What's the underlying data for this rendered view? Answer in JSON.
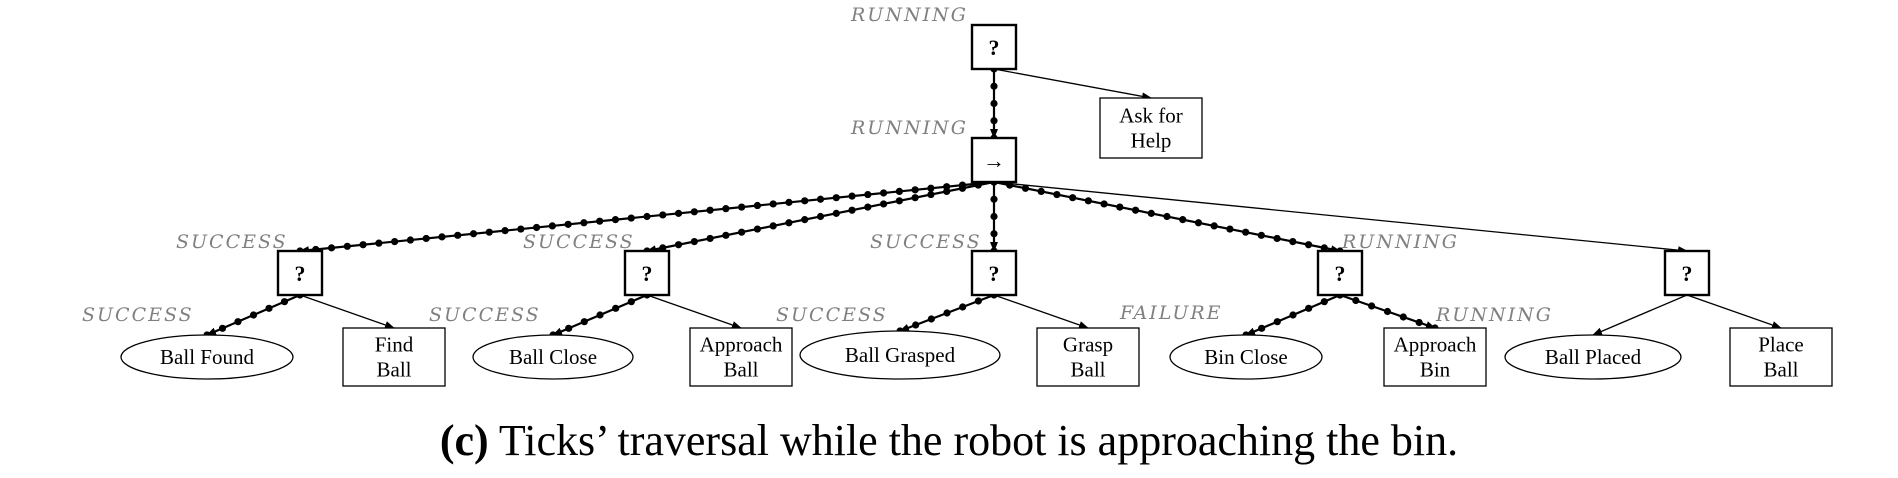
{
  "tree": {
    "nodes": [
      {
        "id": "root",
        "type": "fallback",
        "symbol": "?",
        "status": "RUNNING"
      },
      {
        "id": "help",
        "type": "action",
        "lines": [
          "Ask for",
          "Help"
        ]
      },
      {
        "id": "seq",
        "type": "sequence",
        "symbol": "→",
        "status": "RUNNING"
      },
      {
        "id": "fb1",
        "type": "fallback",
        "symbol": "?",
        "status": "SUCCESS"
      },
      {
        "id": "fb2",
        "type": "fallback",
        "symbol": "?",
        "status": "SUCCESS"
      },
      {
        "id": "fb3",
        "type": "fallback",
        "symbol": "?",
        "status": "SUCCESS"
      },
      {
        "id": "fb4",
        "type": "fallback",
        "symbol": "?",
        "status": "RUNNING"
      },
      {
        "id": "fb5",
        "type": "fallback",
        "symbol": "?",
        "status": ""
      },
      {
        "id": "c1",
        "type": "condition",
        "lines": [
          "Ball Found"
        ],
        "status": "SUCCESS"
      },
      {
        "id": "a1",
        "type": "action",
        "lines": [
          "Find",
          "Ball"
        ]
      },
      {
        "id": "c2",
        "type": "condition",
        "lines": [
          "Ball Close"
        ],
        "status": "SUCCESS"
      },
      {
        "id": "a2",
        "type": "action",
        "lines": [
          "Approach",
          "Ball"
        ]
      },
      {
        "id": "c3",
        "type": "condition",
        "lines": [
          "Ball Grasped"
        ],
        "status": "SUCCESS"
      },
      {
        "id": "a3",
        "type": "action",
        "lines": [
          "Grasp",
          "Ball"
        ]
      },
      {
        "id": "c4",
        "type": "condition",
        "lines": [
          "Bin Close"
        ],
        "status": "FAILURE"
      },
      {
        "id": "a4",
        "type": "action",
        "lines": [
          "Approach",
          "Bin"
        ],
        "status": "RUNNING"
      },
      {
        "id": "c5",
        "type": "condition",
        "lines": [
          "Ball Placed"
        ]
      },
      {
        "id": "a5",
        "type": "action",
        "lines": [
          "Place",
          "Ball"
        ]
      }
    ],
    "edges": [
      {
        "from": "root",
        "to": "seq",
        "ticked": true
      },
      {
        "from": "root",
        "to": "help",
        "ticked": false
      },
      {
        "from": "seq",
        "to": "fb1",
        "ticked": true
      },
      {
        "from": "seq",
        "to": "fb2",
        "ticked": true
      },
      {
        "from": "seq",
        "to": "fb3",
        "ticked": true
      },
      {
        "from": "seq",
        "to": "fb4",
        "ticked": true
      },
      {
        "from": "seq",
        "to": "fb5",
        "ticked": false
      },
      {
        "from": "fb1",
        "to": "c1",
        "ticked": true
      },
      {
        "from": "fb1",
        "to": "a1",
        "ticked": false
      },
      {
        "from": "fb2",
        "to": "c2",
        "ticked": true
      },
      {
        "from": "fb2",
        "to": "a2",
        "ticked": false
      },
      {
        "from": "fb3",
        "to": "c3",
        "ticked": true
      },
      {
        "from": "fb3",
        "to": "a3",
        "ticked": false
      },
      {
        "from": "fb4",
        "to": "c4",
        "ticked": true
      },
      {
        "from": "fb4",
        "to": "a4",
        "ticked": true
      },
      {
        "from": "fb5",
        "to": "c5",
        "ticked": false
      },
      {
        "from": "fb5",
        "to": "a5",
        "ticked": false
      }
    ]
  },
  "caption": {
    "label": "(c)",
    "text": " Ticks’ traversal while the robot is approaching the bin."
  }
}
